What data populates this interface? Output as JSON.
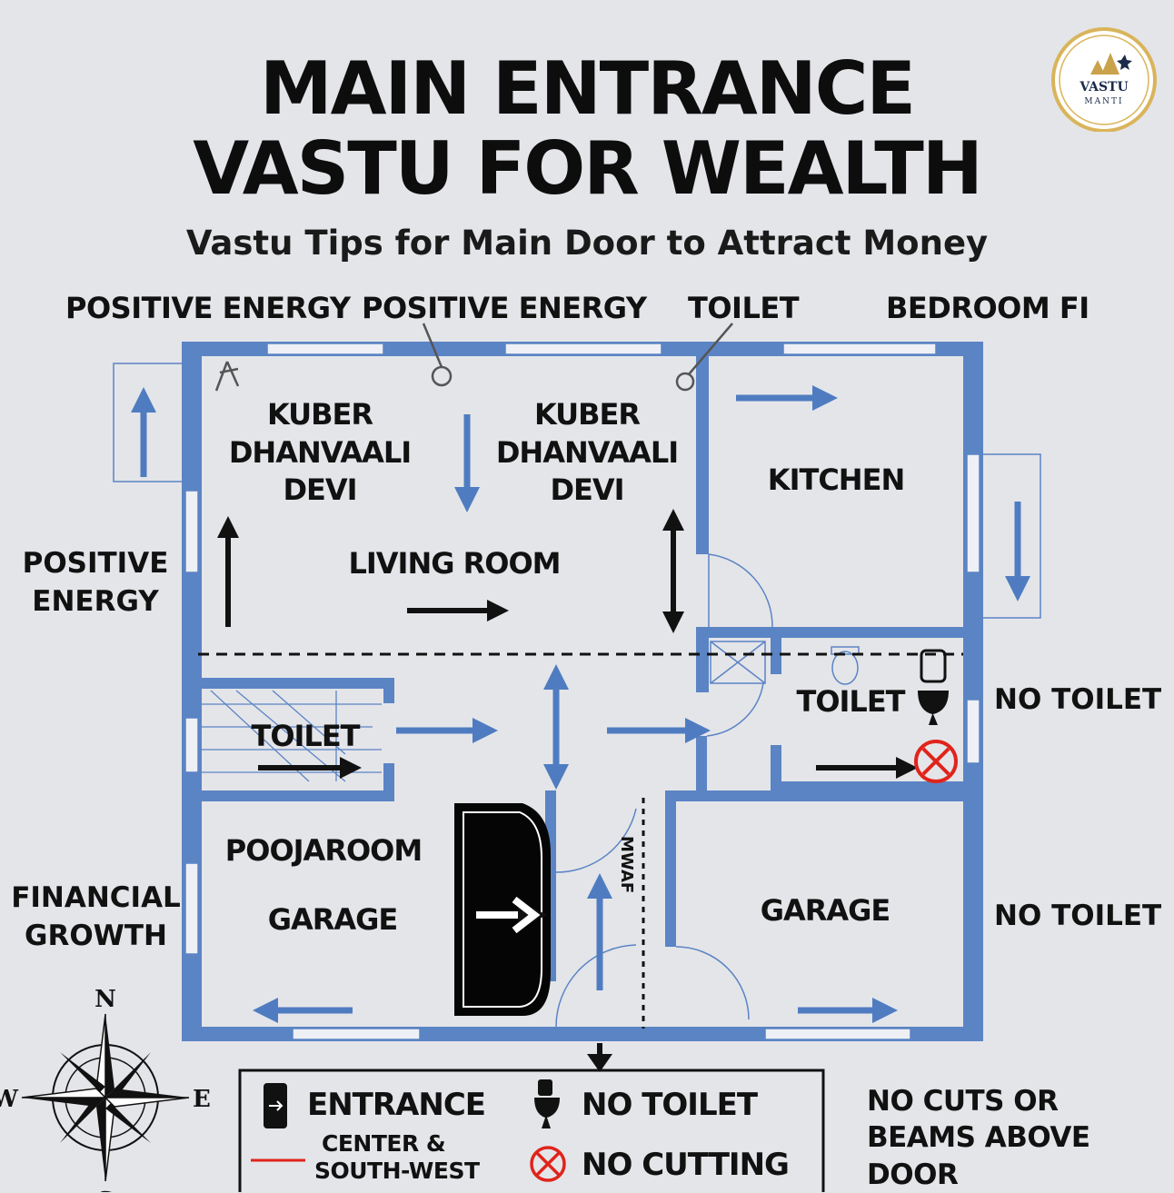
{
  "header": {
    "title_line1": "MAIN ENTRANCE",
    "title_line2": "VASTU FOR WEALTH",
    "subtitle": "Vastu Tips for Main Door to Attract Money"
  },
  "logo": {
    "text_top": "VASTU",
    "text_bottom": "MANTI"
  },
  "top_labels": [
    "POSITIVE ENERGY",
    "POSITIVE ENERGY",
    "TOILET",
    "BEDROOM FI"
  ],
  "side_labels": {
    "left_top_line1": "POSITIVE",
    "left_top_line2": "ENERGY",
    "left_bottom_line1": "FINANCIAL",
    "left_bottom_line2": "GROWTH",
    "right_top": "NO TOILET",
    "right_bottom": "NO TOILET"
  },
  "rooms": {
    "kuber_left": [
      "KUBER",
      "DHANVAALI",
      "DEVI"
    ],
    "kuber_right": [
      "KUBER",
      "DHANVAALI",
      "DEVI"
    ],
    "kitchen": "KITCHEN",
    "living_room": "LIVING ROOM",
    "toilet_right": "TOILET",
    "toilet_left": "TOILET",
    "poojaroom": "POOJAROOM",
    "garage_left": "GARAGE",
    "garage_right": "GARAGE",
    "wall_text": "MWAF"
  },
  "compass": {
    "n": "N",
    "s": "S",
    "e": "E",
    "w": "W"
  },
  "legend": {
    "entrance": "ENTRANCE",
    "center_line1": "CENTER &",
    "center_line2": "SOUTH-WEST",
    "no_toilet": "NO TOILET",
    "no_cutting": "NO CUTTING"
  },
  "note": {
    "line1": "NO CUTS OR",
    "line2": "BEAMS ABOVE",
    "line3": "DOOR"
  },
  "colors": {
    "wall_blue": "#5b84c4",
    "arrow_blue": "#4f7cc1",
    "background": "#e4e5e9",
    "warning_red": "#e0241b"
  }
}
